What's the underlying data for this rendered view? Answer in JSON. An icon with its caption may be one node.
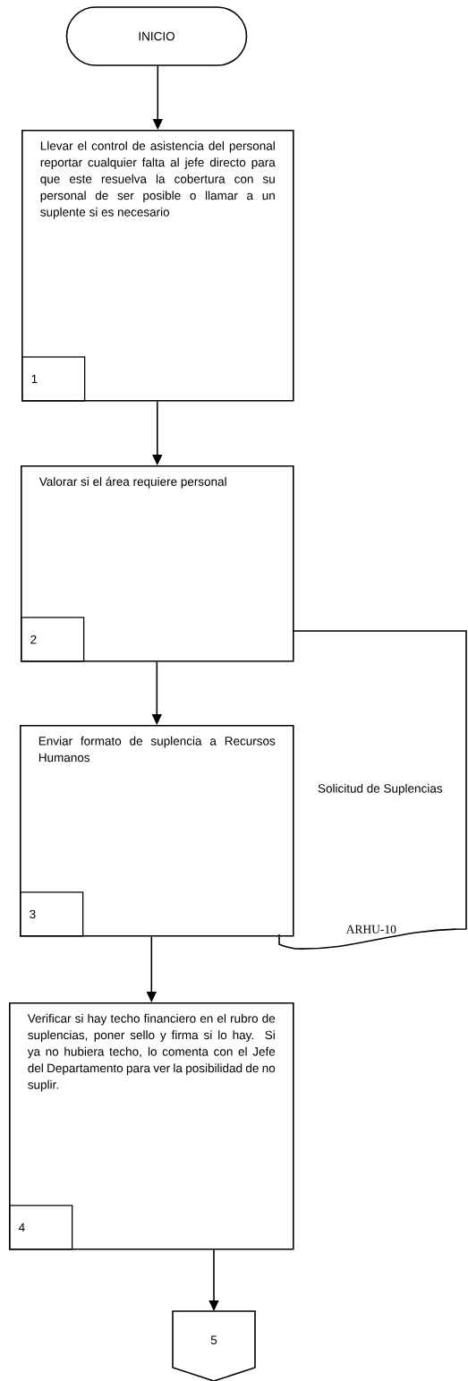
{
  "diagram": {
    "nodes": [
      {
        "text": [
          "INICIO"
        ]
      },
      {
        "text": [
          "Llevar el control de asistencia del personal reportar cualquier falta al jefe directo para que este resuelva la cobertura con su personal de ser posible o llamar a un suplente  si es necesario"
        ]
      },
      {
        "text": [
          "1"
        ],
        "in": 1
      },
      {
        "text": [
          "Valorar si el área requiere personal"
        ]
      },
      {
        "text": [
          "2"
        ],
        "in": 3
      },
      {
        "text": [
          "Enviar formato de suplencia a Recursos Humanos"
        ]
      },
      {
        "text": [
          "3"
        ],
        "in": 5
      },
      {
        "text": [
          "Solicitud de Suplencias",
          "ARHU-10"
        ]
      },
      {
        "text": [
          "Verificar si hay techo financiero en el rubro de suplencias, poner sello y firma si lo hay. Si ya no hubiera techo, lo comenta con el Jefe del Departamento para ver la posibilidad de no suplir."
        ]
      },
      {
        "text": [
          "4"
        ],
        "in": 8
      },
      {
        "text": [
          "5"
        ]
      }
    ],
    "edges": [
      {
        "from": 0,
        "to": 1,
        "arrow": "to"
      },
      {
        "from": 1,
        "to": 3,
        "arrow": "to"
      },
      {
        "from": 3,
        "to": 5,
        "arrow": "to"
      },
      {
        "from": 5,
        "to": 8,
        "arrow": "to"
      },
      {
        "from": 8,
        "to": 10,
        "arrow": "to"
      }
    ]
  }
}
